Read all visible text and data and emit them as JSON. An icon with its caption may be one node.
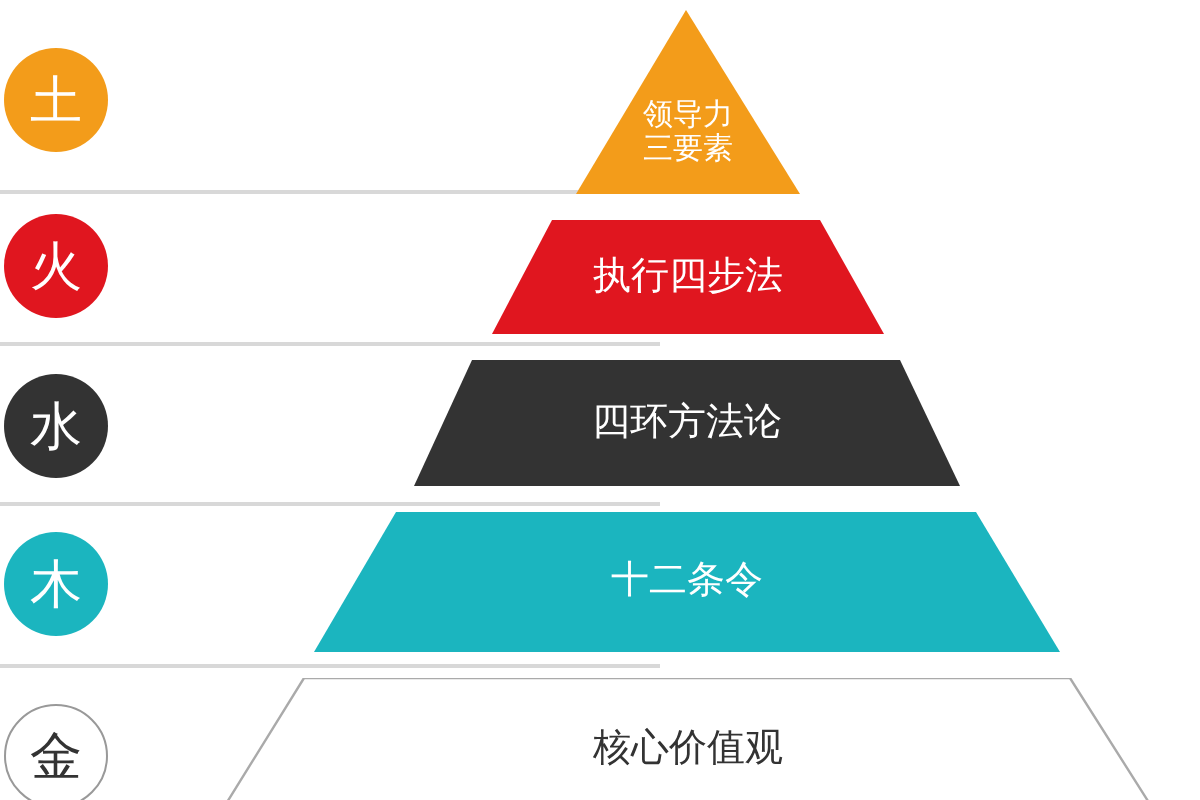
{
  "diagram": {
    "nodes": [
      {
        "text": [
          "土"
        ]
      },
      {
        "text": [
          "火"
        ]
      },
      {
        "text": [
          "水"
        ]
      },
      {
        "text": [
          "木"
        ]
      },
      {
        "text": [
          "金"
        ]
      },
      {
        "text": [
          "领导力三要素"
        ]
      },
      {
        "text": [
          "执行四步法"
        ]
      },
      {
        "text": [
          "四环方法论"
        ]
      },
      {
        "text": [
          "十二条令"
        ]
      },
      {
        "text": [
          "核心价值观"
        ]
      }
    ]
  }
}
